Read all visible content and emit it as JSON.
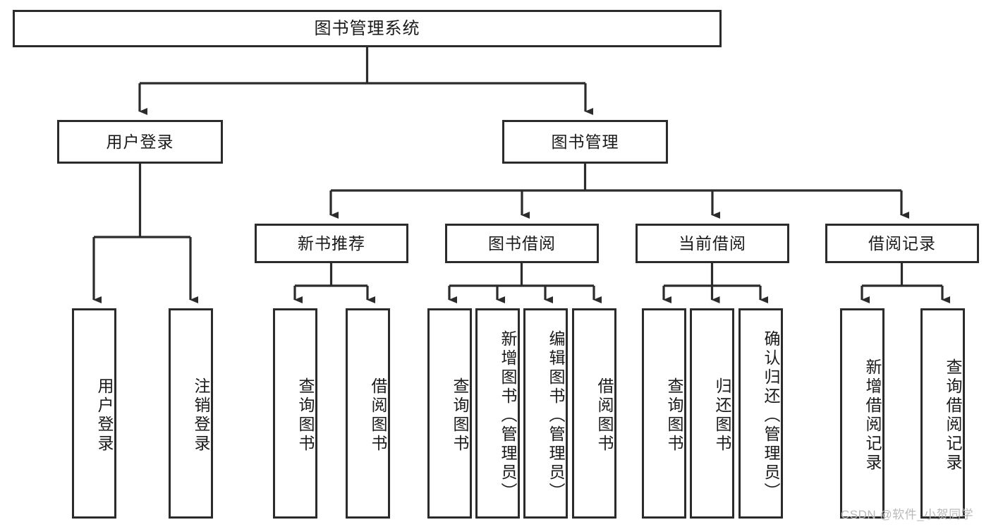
{
  "diagram": {
    "type": "tree-hierarchy",
    "title": "图书管理系统",
    "root": {
      "label": "图书管理系统"
    },
    "level2": [
      {
        "label": "用户登录"
      },
      {
        "label": "图书管理"
      }
    ],
    "level3": [
      {
        "label": "新书推荐"
      },
      {
        "label": "图书借阅"
      },
      {
        "label": "当前借阅"
      },
      {
        "label": "借阅记录"
      }
    ],
    "leaves": {
      "user_login": [
        {
          "label": "用户登录"
        },
        {
          "label": "注销登录"
        }
      ],
      "new_book_recommend": [
        {
          "label": "查询图书"
        },
        {
          "label": "借阅图书"
        }
      ],
      "book_borrow": [
        {
          "label": "查询图书"
        },
        {
          "label": "新增图书（管理员）"
        },
        {
          "label": "编辑图书（管理员）"
        },
        {
          "label": "借阅图书"
        }
      ],
      "current_borrow": [
        {
          "label": "查询图书"
        },
        {
          "label": "归还图书"
        },
        {
          "label": "确认归还（管理员）"
        }
      ],
      "borrow_record": [
        {
          "label": "新增借阅记录"
        },
        {
          "label": "查询借阅记录"
        }
      ]
    }
  },
  "watermark": {
    "text": "CSDN @软件_小贺同学"
  },
  "colors": {
    "stroke": "#2b2b2b",
    "box_fill": "#ffffff",
    "text": "#1a1a1a",
    "watermark": "#b9b9b9",
    "background": "#ffffff"
  }
}
